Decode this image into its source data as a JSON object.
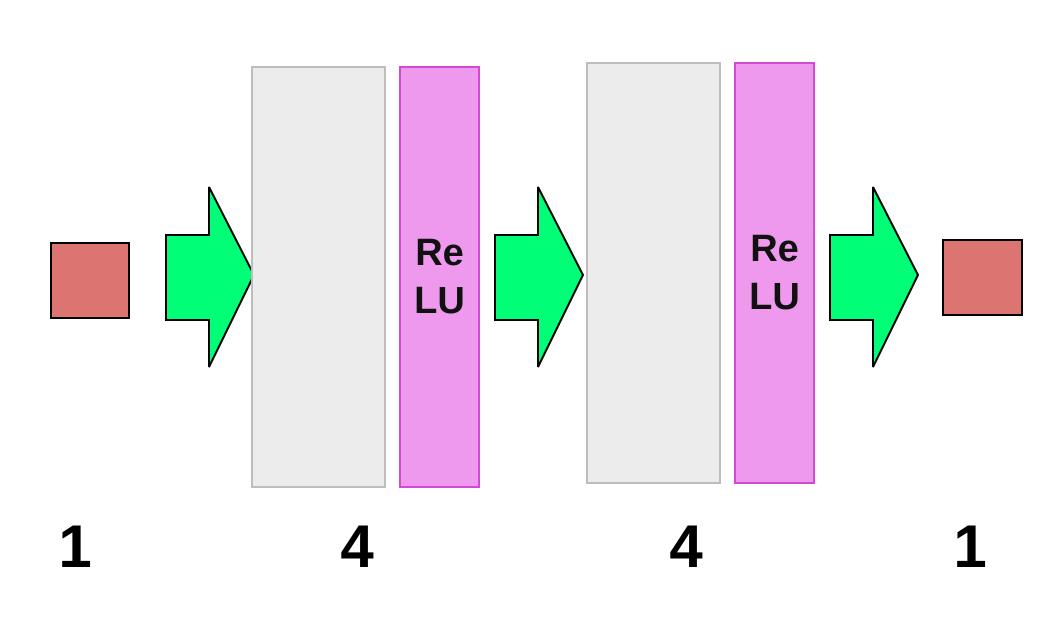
{
  "colors": {
    "io_node_fill": "#dc7471",
    "linear_layer_fill": "#ececec",
    "relu_fill": "#ee99ee",
    "relu_border": "#d449d2",
    "arrow_fill": "#00ff77"
  },
  "layers": {
    "input": {
      "size_label": "1"
    },
    "hidden_1": {
      "size_label": "4",
      "activation": "Re\nLU"
    },
    "hidden_2": {
      "size_label": "4",
      "activation": "Re\nLU"
    },
    "output": {
      "size_label": "1"
    }
  }
}
